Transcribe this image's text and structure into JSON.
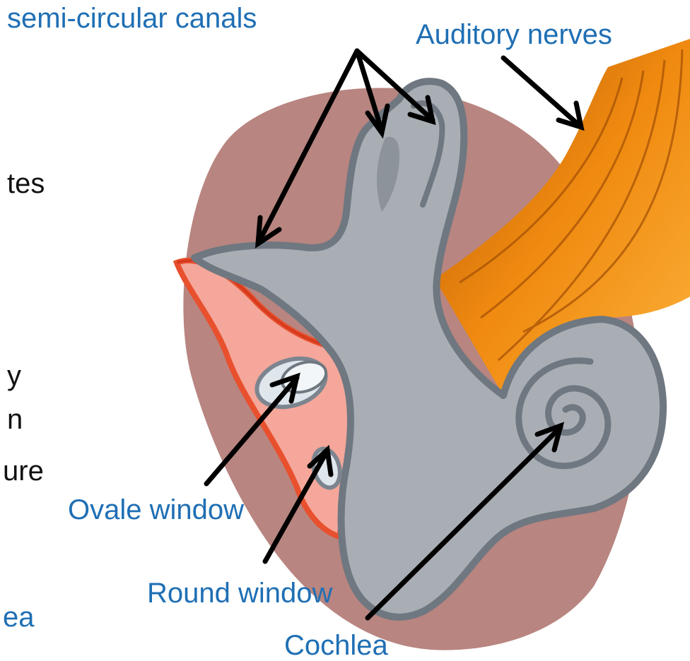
{
  "labels": {
    "semicircular": "semi-circular canals",
    "auditory": "Auditory nerves",
    "ovale": "Ovale window",
    "round": "Round window",
    "cochlea": "Cochlea"
  },
  "cut_text": {
    "t1": "tes",
    "t2": "y",
    "t3": "n",
    "t4": "ure",
    "t5": "ea"
  },
  "colors": {
    "label_blue": "#1f6fb4",
    "labyrinth_gray": "#a9aeb5",
    "outline_gray": "#6f7780",
    "background_mauve": "#b88580",
    "nerve_orange": "#f08a10",
    "bone_pink": "#f4a79a",
    "bone_rim": "#e8502e"
  }
}
